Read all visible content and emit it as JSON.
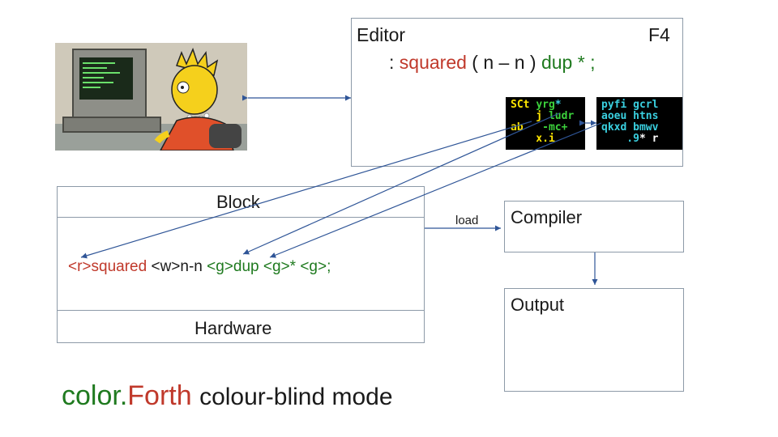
{
  "editor": {
    "title": "Editor",
    "key": "F4",
    "code": {
      "colon": ":",
      "name": "squared",
      "comment": "( n – n )",
      "word1": "dup",
      "word2": "*",
      "semi": ";"
    }
  },
  "keypad_left": {
    "rows": [
      [
        {
          "t": "SCt ",
          "c": "yellow"
        },
        {
          "t": "yrg",
          "c": "green"
        },
        {
          "t": "*",
          "c": "cyan"
        }
      ],
      [
        {
          "t": "    j ",
          "c": "yellow"
        },
        {
          "t": "ludr",
          "c": "green"
        }
      ],
      [
        {
          "t": "ab   ",
          "c": "yellow"
        },
        {
          "t": "-mc+",
          "c": "green"
        }
      ],
      [
        {
          "t": "    x.i",
          "c": "yellow"
        }
      ]
    ]
  },
  "keypad_right": {
    "rows": [
      [
        {
          "t": "pyfi gcrl",
          "c": "cyan"
        }
      ],
      [
        {
          "t": "aoeu htns",
          "c": "cyan"
        }
      ],
      [
        {
          "t": "qkxd bmwv",
          "c": "cyan"
        }
      ],
      [
        {
          "t": "    .9",
          "c": "cyan"
        },
        {
          "t": "* r",
          "c": "white"
        }
      ]
    ]
  },
  "block": {
    "label": "Block",
    "source": "<r>squared <w>n-n <g>dup <g>* <g>;",
    "source_parts": {
      "red_tag": "<r>squared",
      "white_tag": "<w>n-n",
      "green_tag1": "<g>dup",
      "green_tag2": "<g>*",
      "green_tag3": "<g>;"
    }
  },
  "hardware": {
    "label": "Hardware"
  },
  "load_label": "load",
  "compiler": {
    "label": "Compiler"
  },
  "output": {
    "label": "Output"
  },
  "footer": {
    "brand_part1": "color.",
    "brand_part2": "Forth",
    "rest": "colour-blind mode"
  },
  "colors": {
    "red": "#c0392b",
    "green": "#1f7a1f",
    "arrow": "#2f5597",
    "border": "#8d9aa8"
  },
  "icons": {
    "photo": "cartoon-girl-at-computer-image"
  }
}
